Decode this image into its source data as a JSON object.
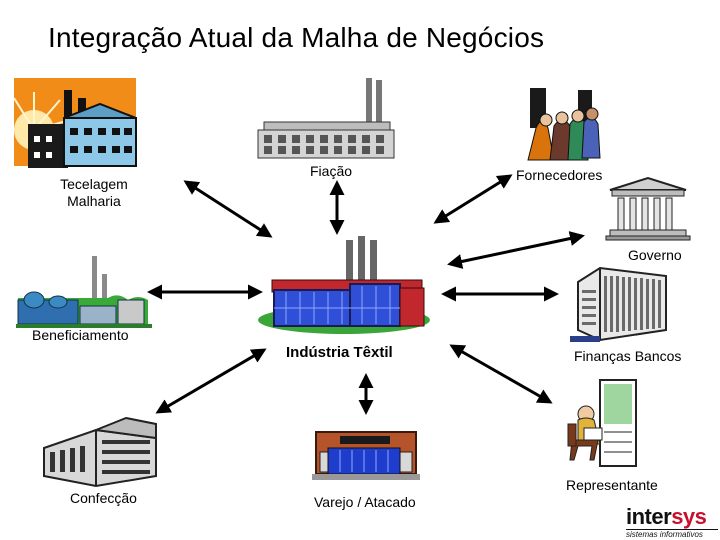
{
  "title": "Integração Atual da Malha de Negócios",
  "nodes": {
    "tecelagem": {
      "label_line1": "Tecelagem",
      "label_line2": "Malharia"
    },
    "fiacao": {
      "label": "Fiação"
    },
    "fornecedores": {
      "label": "Fornecedores"
    },
    "governo": {
      "label": "Governo"
    },
    "beneficiamento": {
      "label": "Beneficiamento"
    },
    "industria": {
      "label": "Indústria Têxtil"
    },
    "financas": {
      "label": "Finanças Bancos"
    },
    "confeccao": {
      "label": "Confecção"
    },
    "varejo": {
      "label": "Varejo / Atacado"
    },
    "representante": {
      "label": "Representante"
    }
  },
  "logo": {
    "brand_part1": "inter",
    "brand_part2": "sys",
    "tagline": "sistemas informativos"
  },
  "colors": {
    "arrow": "#000000",
    "factory_blue": "#2f4fd6",
    "factory_red": "#c0282d",
    "ground_green": "#3aa63a",
    "sun_orange": "#f28c18"
  }
}
